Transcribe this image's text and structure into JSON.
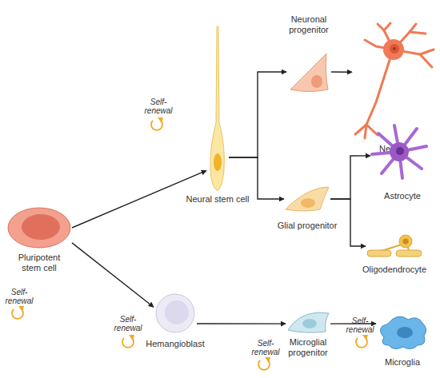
{
  "diagram": {
    "nodes": [
      {
        "text": [
          "Pluripotent stem cell"
        ]
      },
      {
        "text": [
          "Neural stem cell"
        ]
      },
      {
        "text": [
          "Neuronal progenitor"
        ]
      },
      {
        "text": [
          "Neuron"
        ]
      },
      {
        "text": [
          "Glial progenitor"
        ]
      },
      {
        "text": [
          "Astrocyte"
        ]
      },
      {
        "text": [
          "Oligodendrocyte"
        ]
      },
      {
        "text": [
          "Hemangioblast"
        ]
      },
      {
        "text": [
          "Microglial progenitor"
        ]
      },
      {
        "text": [
          "Microglia"
        ]
      }
    ],
    "edges": [
      {
        "from": 0,
        "to": 1,
        "arrow": "to"
      },
      {
        "from": 0,
        "to": 7,
        "arrow": "to"
      },
      {
        "from": 1,
        "to": 2,
        "arrow": "to"
      },
      {
        "from": 1,
        "to": 4,
        "arrow": "to"
      },
      {
        "from": 2,
        "to": 3,
        "arrow": "to"
      },
      {
        "from": 4,
        "to": 5,
        "arrow": "to"
      },
      {
        "from": 4,
        "to": 6,
        "arrow": "to"
      },
      {
        "from": 7,
        "to": 8,
        "arrow": "to"
      },
      {
        "from": 8,
        "to": 9,
        "arrow": "to"
      }
    ],
    "labels": [
      "Self-renewal",
      "Self-renewal",
      "Self-renewal",
      "Self-renewal",
      "Self-renewal"
    ]
  }
}
